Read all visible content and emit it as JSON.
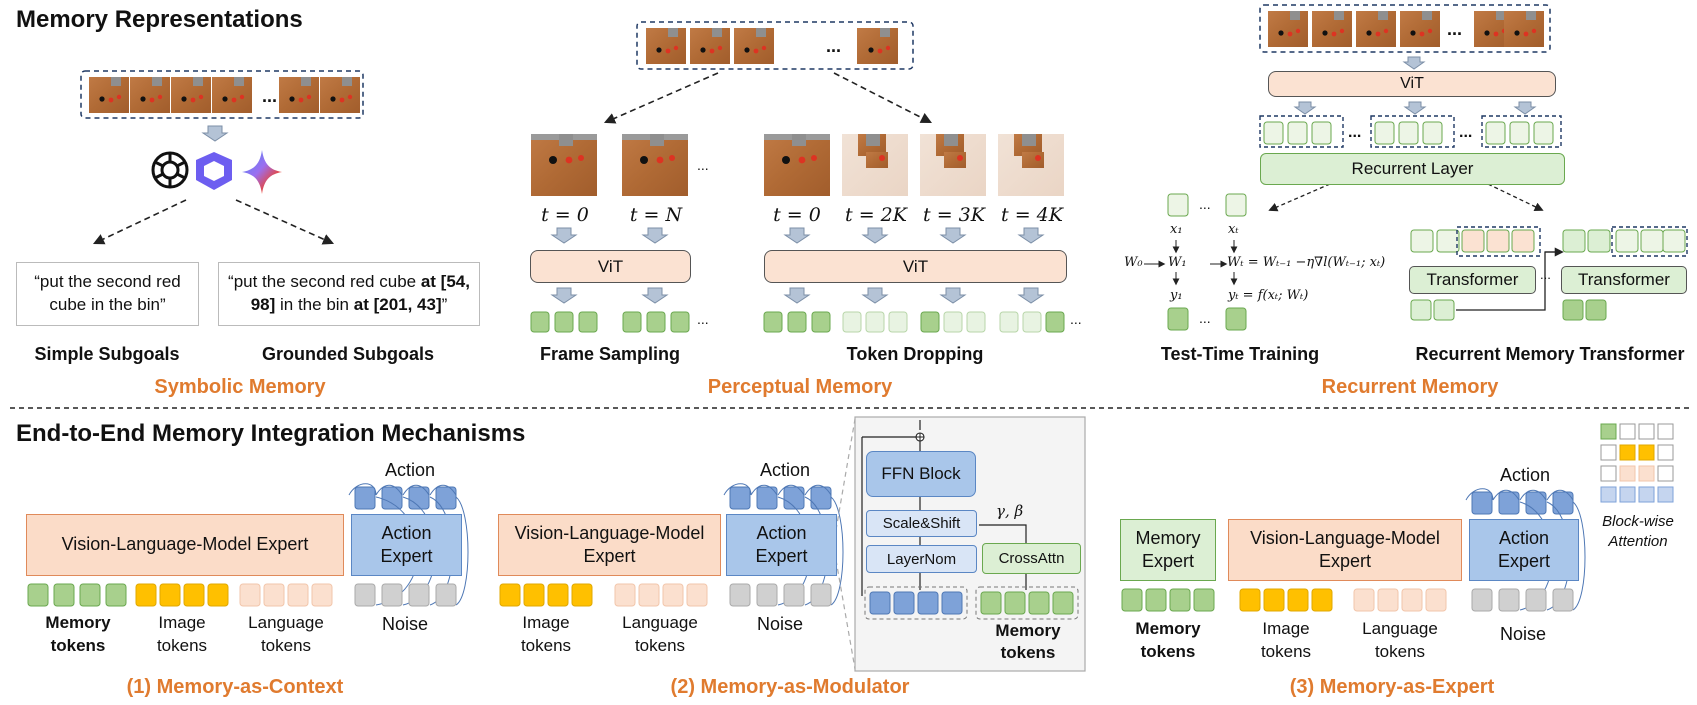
{
  "sections": {
    "top_title": "Memory Representations",
    "bottom_title": "End-to-End Memory Integration Mechanisms"
  },
  "symbolic": {
    "category": "Symbolic Memory",
    "simple_label": "Simple Subgoals",
    "grounded_label": "Grounded Subgoals",
    "simple_quote": "“put the second red cube in the bin”",
    "grounded_quote_a": "“put the second red cube ",
    "grounded_at1": "at [54, 98]",
    "grounded_quote_b": " in the bin ",
    "grounded_at2": "at [201, 43]",
    "grounded_quote_c": "”",
    "ellipsis": "..."
  },
  "perceptual": {
    "category": "Perceptual Memory",
    "frame_sampling": "Frame Sampling",
    "token_dropping": "Token Dropping",
    "vit": "ViT",
    "t_labels_fs": [
      "t = 0",
      "t = N"
    ],
    "t_labels_td": [
      "t = 0",
      "t = 2K",
      "t = 3K",
      "t = 4K"
    ],
    "ellipsis": "..."
  },
  "recurrent": {
    "category": "Recurrent Memory",
    "vit": "ViT",
    "recurrent_layer": "Recurrent Layer",
    "ttt": "Test-Time Training",
    "rmt": "Recurrent Memory Transformer",
    "transformer": "Transformer",
    "ttt_w0": "W₀",
    "ttt_w1": "W₁",
    "ttt_wt": "Wₜ = Wₜ₋₁ −η∇l(Wₜ₋₁; xₜ)",
    "ttt_x1": "x₁",
    "ttt_xt": "xₜ",
    "ttt_y1": "y₁",
    "ttt_yt": "yₜ = f(xₜ; Wₜ)",
    "ellipsis": "..."
  },
  "context": {
    "category": "(1) Memory-as-Context",
    "vlm": "Vision-Language-Model Expert",
    "action_expert": "Action Expert",
    "action": "Action",
    "noise": "Noise",
    "memory_tokens": "Memory tokens",
    "image_tokens": "Image tokens",
    "language_tokens": "Language tokens"
  },
  "modulator": {
    "category": "(2) Memory-as-Modulator",
    "vlm": "Vision-Language-Model Expert",
    "action_expert": "Action Expert",
    "action": "Action",
    "noise": "Noise",
    "image_tokens": "Image tokens",
    "language_tokens": "Language tokens",
    "ffn": "FFN Block",
    "scale_shift": "Scale&Shift",
    "layernorm": "LayerNom",
    "crossattn": "CrossAttn",
    "gamma_beta": "γ, β",
    "memory_tokens": "Memory tokens"
  },
  "expert": {
    "category": "(3) Memory-as-Expert",
    "memory_expert": "Memory Expert",
    "vlm": "Vision-Language-Model Expert",
    "action_expert": "Action Expert",
    "action": "Action",
    "noise": "Noise",
    "memory_tokens": "Memory tokens",
    "image_tokens": "Image tokens",
    "language_tokens": "Language tokens",
    "block_wise": "Block-wise Attention"
  },
  "colors": {
    "orange_text": "#e07b2f",
    "vlm_fill": "#fbdcc8",
    "action_fill": "#a9c6ea",
    "memory_green": "#a8d08d",
    "image_yellow": "#ffc000",
    "language_peach": "#fbe0cf",
    "noise_gray": "#d0d0d0"
  }
}
